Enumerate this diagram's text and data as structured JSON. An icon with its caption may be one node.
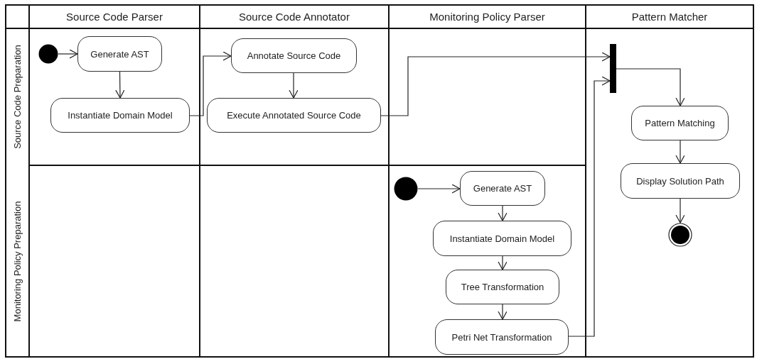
{
  "diagram": {
    "nodes": [
      {
        "text": [
          "Source Code Parser"
        ]
      },
      {
        "text": [
          "Source Code Annotator"
        ]
      },
      {
        "text": [
          "Monitoring Policy Parser"
        ]
      },
      {
        "text": [
          "Pattern Matcher"
        ]
      },
      {
        "text": [
          "Source Code Preparation"
        ]
      },
      {
        "text": [
          "Monitoring Policy Preparation"
        ]
      },
      {
        "text": [],
        "shape": "circle"
      },
      {
        "text": [
          "Generate AST"
        ]
      },
      {
        "text": [
          "Instantiate Domain Model"
        ]
      },
      {
        "text": [
          "Annotate Source Code"
        ]
      },
      {
        "text": [
          "Execute Annotated Source Code"
        ]
      },
      {
        "text": [],
        "shape": "bar"
      },
      {
        "text": [
          "Pattern Matching"
        ]
      },
      {
        "text": [
          "Display Solution Path"
        ]
      },
      {
        "text": [],
        "shape": "bullseye"
      },
      {
        "text": [],
        "shape": "circle"
      },
      {
        "text": [
          "Generate AST"
        ]
      },
      {
        "text": [
          "Instantiate Domain Model"
        ]
      },
      {
        "text": [
          "Tree Transformation"
        ]
      },
      {
        "text": [
          "Petri Net Transformation"
        ]
      }
    ],
    "edges": [
      {
        "from": 6,
        "to": 7,
        "arrow": "to"
      },
      {
        "from": 7,
        "to": 8,
        "arrow": "to"
      },
      {
        "from": 8,
        "to": 9,
        "arrow": "to"
      },
      {
        "from": 9,
        "to": 10,
        "arrow": "to"
      },
      {
        "from": 10,
        "to": 11,
        "arrow": "to"
      },
      {
        "from": 19,
        "to": 11,
        "arrow": "to"
      },
      {
        "from": 11,
        "to": 12,
        "arrow": "to"
      },
      {
        "from": 12,
        "to": 13,
        "arrow": "to"
      },
      {
        "from": 13,
        "to": 14,
        "arrow": "to"
      },
      {
        "from": 15,
        "to": 16,
        "arrow": "to"
      },
      {
        "from": 16,
        "to": 17,
        "arrow": "to"
      },
      {
        "from": 17,
        "to": 18,
        "arrow": "to"
      },
      {
        "from": 18,
        "to": 19,
        "arrow": "to"
      }
    ]
  }
}
